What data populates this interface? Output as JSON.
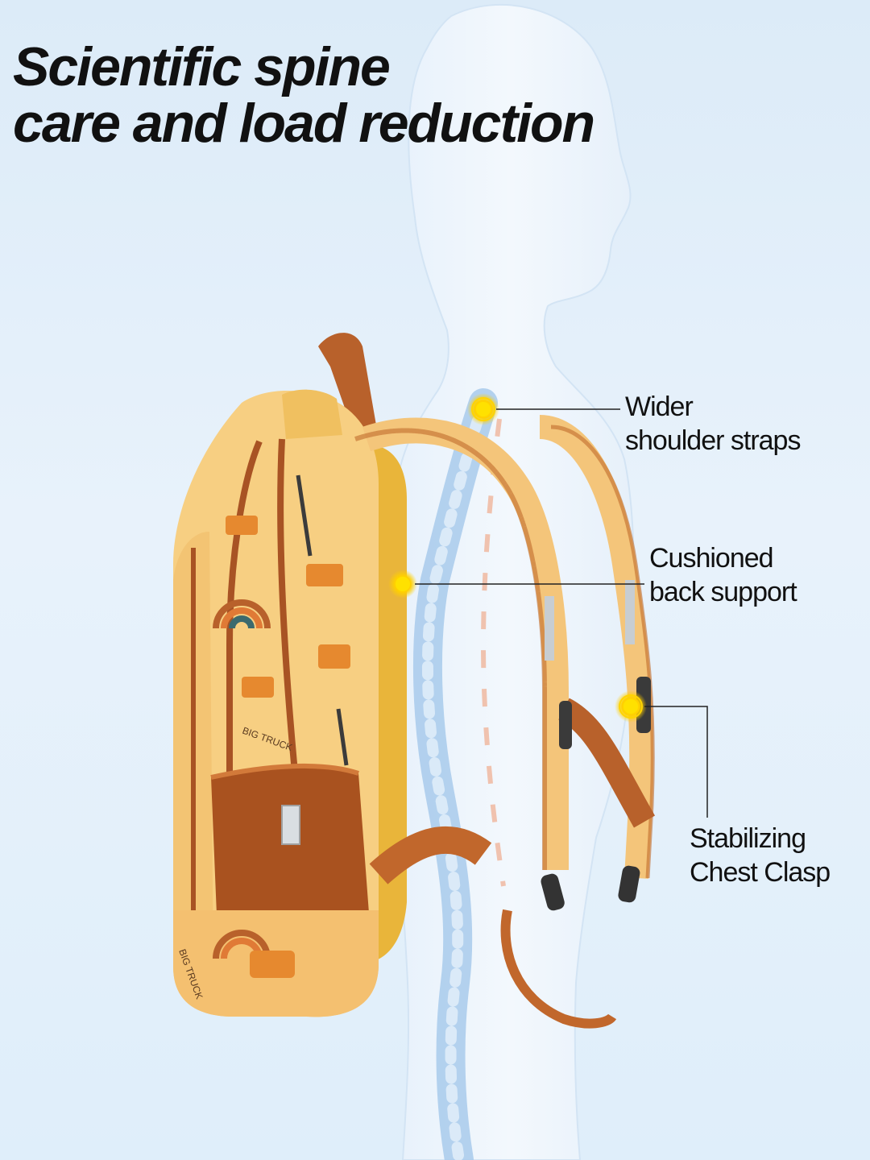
{
  "headline": {
    "line1": "Scientific spine",
    "line2": "care and load reduction"
  },
  "product_print": {
    "brand_text_1": "BIG TRUCK",
    "brand_text_2": "BIG TRUCK"
  },
  "callouts": [
    {
      "line1": "Wider",
      "line2": "shoulder straps"
    },
    {
      "line1": "Cushioned",
      "line2": "back support"
    },
    {
      "line1": "Stabilizing",
      "line2": "Chest Clasp"
    }
  ],
  "colors": {
    "background": "#dfeefa",
    "silhouette": "#eef5fc",
    "spine": "#b9d6f0",
    "bag_body": "#f7cf82",
    "bag_trim": "#b8612b",
    "back_panel": "#e9b53a",
    "marker": "#ffd400"
  }
}
